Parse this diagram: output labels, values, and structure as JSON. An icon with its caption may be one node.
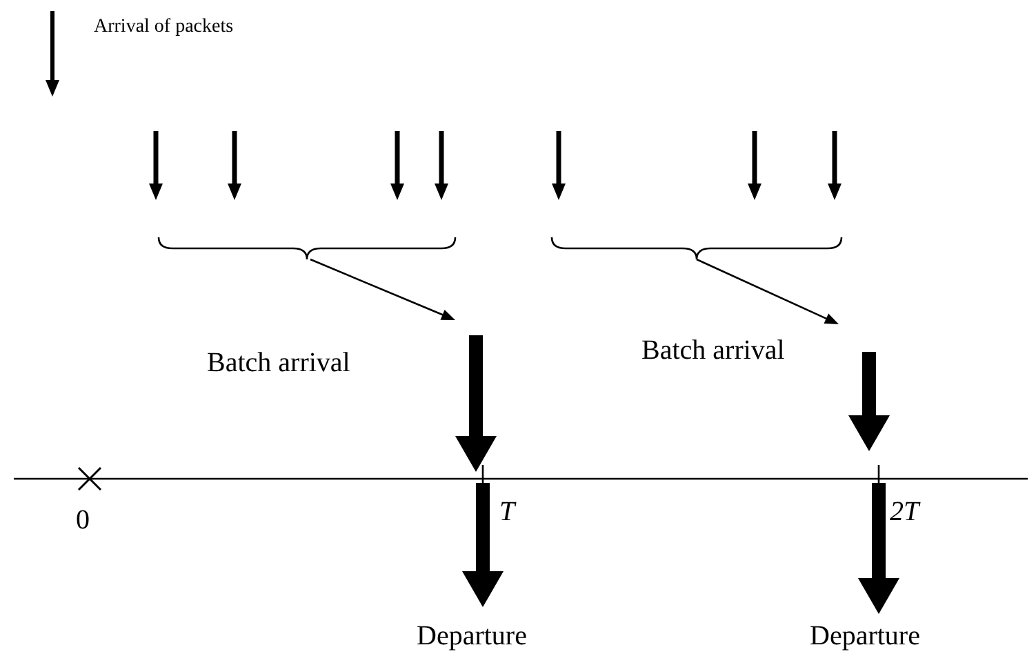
{
  "diagram": {
    "labels": [
      "Batch arrival",
      "Batch arrival",
      "0",
      "T",
      "2T",
      "Departure",
      "Departure"
    ],
    "legend": [
      {
        "text": "Arrival of packets"
      }
    ]
  }
}
